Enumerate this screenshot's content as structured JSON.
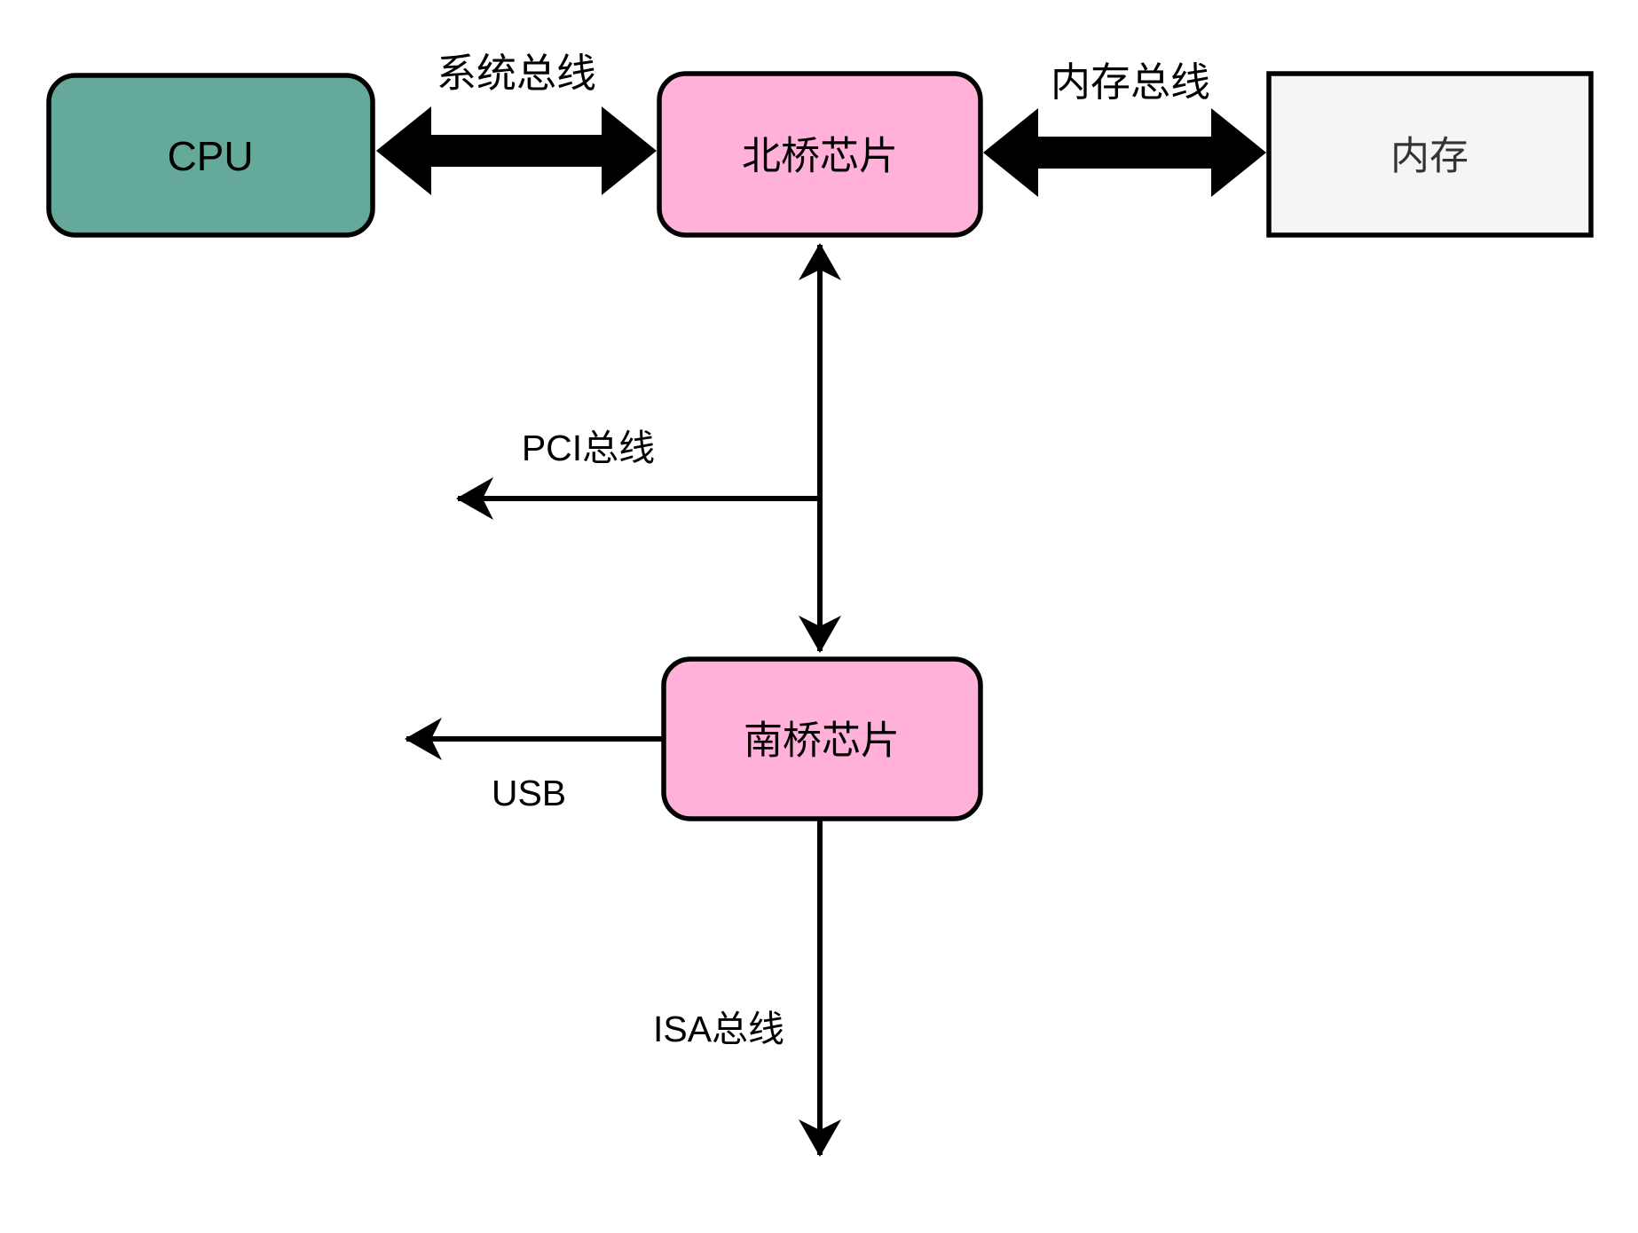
{
  "nodes": {
    "cpu": {
      "label": "CPU"
    },
    "northbridge": {
      "label": "北桥芯片"
    },
    "memory": {
      "label": "内存"
    },
    "southbridge": {
      "label": "南桥芯片"
    }
  },
  "edges": {
    "system_bus": {
      "label": "系统总线",
      "type": "thick-double-arrow"
    },
    "memory_bus": {
      "label": "内存总线",
      "type": "thick-double-arrow"
    },
    "north_south_link": {
      "label": "",
      "type": "thin-double-arrow"
    },
    "pci_bus": {
      "label": "PCI总线",
      "type": "thin-arrow-left"
    },
    "usb": {
      "label": "USB",
      "type": "thin-arrow-left"
    },
    "isa_bus": {
      "label": "ISA总线",
      "type": "thin-arrow-down"
    }
  },
  "colors": {
    "cpu_fill": "#64A99A",
    "bridge_fill": "#FFB1D9",
    "memory_fill": "#F5F5F5",
    "stroke": "#000000",
    "memory_text": "#333333",
    "background": "#FFFFFF"
  }
}
